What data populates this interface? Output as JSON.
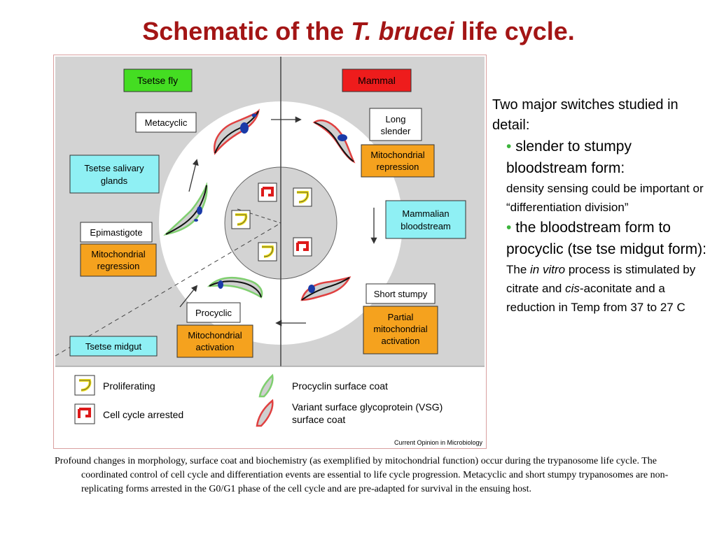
{
  "title": {
    "prefix": "Schematic of the",
    "species": "T. brucei",
    "suffix": "life cycle."
  },
  "diagram": {
    "hosts": {
      "tsetse": "Tsetse fly",
      "mammal": "Mammal"
    },
    "forms": {
      "metacyclic": "Metacyclic",
      "long_slender": "Long slender",
      "short_stumpy": "Short stumpy",
      "procyclic": "Procyclic",
      "epimastigote": "Epimastigote"
    },
    "locations": {
      "salivary": "Tsetse salivary glands",
      "bloodstream": "Mammalian bloodstream",
      "midgut": "Tsetse midgut"
    },
    "mito": {
      "repression": "Mitochondrial repression",
      "regression": "Mitochondrial regression",
      "partial": "Partial mitochondrial activation",
      "activation": "Mitochondrial activation"
    },
    "legend": {
      "proliferating": "Proliferating",
      "arrested": "Cell cycle arrested",
      "procyclin": "Procyclin surface coat",
      "vsg": "Variant surface glycoprotein (VSG) surface coat"
    },
    "credit": "Current Opinion in Microbiology",
    "colors": {
      "tsetse": "#44dd22",
      "mammal": "#ee1c1c",
      "location": "#8ff0f4",
      "mito": "#f5a21e",
      "procyclin": "#7fcf6f",
      "vsg": "#f07a7a",
      "proliferating": "#f0e020",
      "arrested": "#dd1a1a",
      "nucleus": "#1a3aa8",
      "panel": "#d3d3d3"
    }
  },
  "side": {
    "lead": "Two major switches studied in detail:",
    "b1_head": "slender to stumpy bloodstream form:",
    "b1_body": "density sensing could be important or “differentiation division”",
    "b2_head": "the bloodstream form to procyclic (tse tse midgut form):",
    "b2_the": "The",
    "b2_invitro": "in vitro",
    "b2_mid": "process is stimulated by citrate and",
    "b2_cis": "cis",
    "b2_tail": "-aconitate and a reduction in Temp from 37 to 27 C"
  },
  "caption": "Profound changes in morphology, surface coat and biochemistry (as exemplified by mitochondrial function) occur during the trypanosome life cycle. The coordinated control of cell cycle and differentiation events are essential to life cycle progression. Metacyclic and short stumpy trypanosomes are non-replicating forms arrested in the G0/G1 phase of the cell cycle and are pre-adapted for survival in the ensuing host."
}
